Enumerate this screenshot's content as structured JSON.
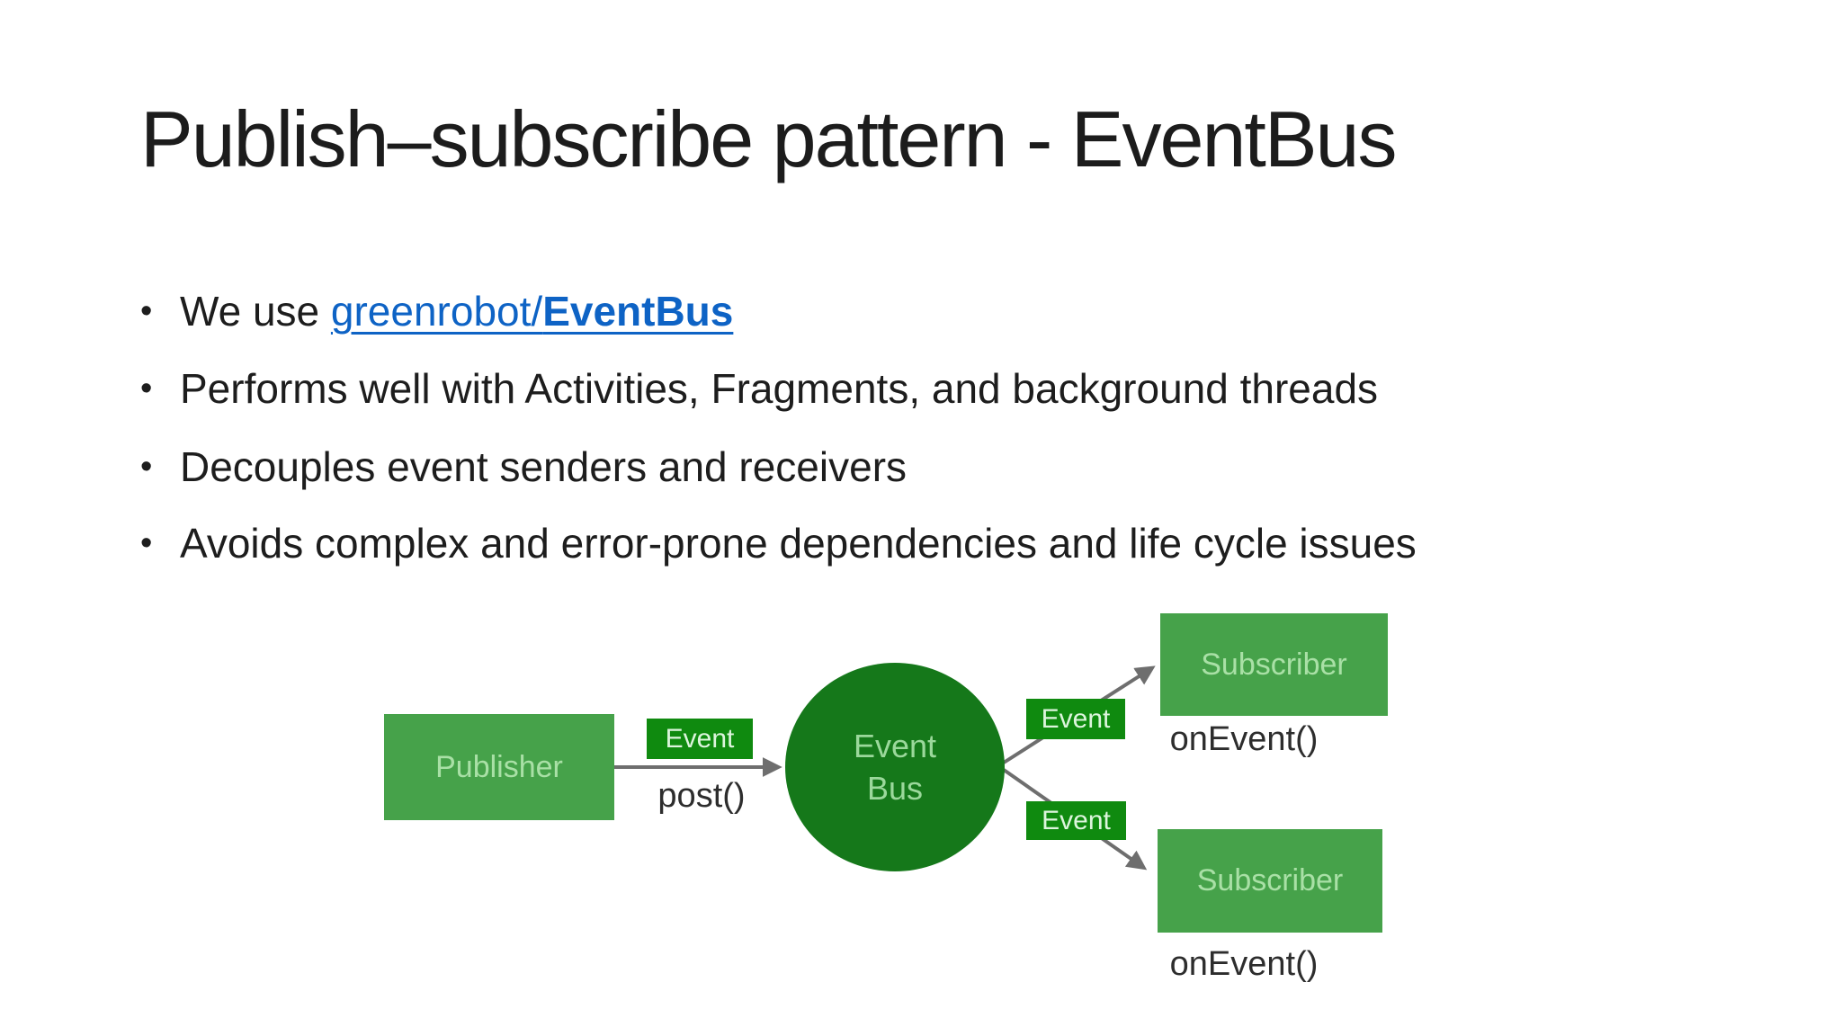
{
  "slide": {
    "title": "Publish–subscribe pattern - EventBus",
    "bullet_char": "•",
    "bullet1": {
      "prefix": "We use ",
      "link_regular": "greenrobot/",
      "link_bold": "EventBus"
    },
    "bullet2": "Performs well with Activities, Fragments, and background threads",
    "bullet3": "Decouples event senders and receivers",
    "bullet4": "Avoids complex and error-prone dependencies and life cycle issues"
  },
  "diagram": {
    "publisher_label": "Publisher",
    "event_badge_publisher": "Event",
    "post_method": "post()",
    "bus_label_line1": "Event",
    "bus_label_line2": "Bus",
    "event_badge_top": "Event",
    "event_badge_bottom": "Event",
    "subscriber_top_label": "Subscriber",
    "subscriber_top_method": "onEvent()",
    "subscriber_bottom_label": "Subscriber",
    "subscriber_bottom_method": "onEvent()",
    "colors": {
      "node_green": "#46a24a",
      "badge_green": "#0f8a0f",
      "bus_green": "#15781a",
      "node_text_green": "#a9e0a6",
      "badge_text_green": "#ddf5dd",
      "arrow_gray": "#6e6e6e",
      "hyperlink_blue": "#0e63c5",
      "body_text": "#1d1d1d"
    }
  }
}
